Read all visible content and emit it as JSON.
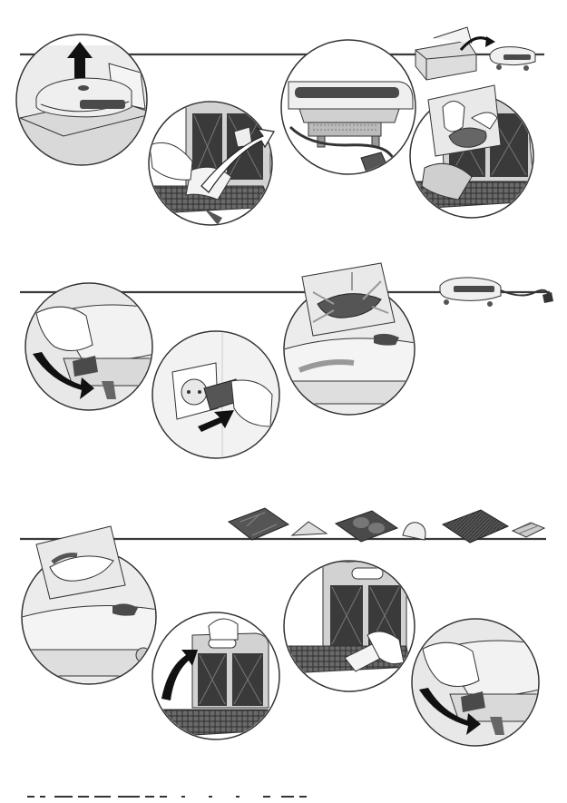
{
  "page": {
    "footer_text": "",
    "colors": {
      "line": "#3a3a3a",
      "panel": "#e6e6e6",
      "dark": "#4a4a4a",
      "mid": "#9a9a9a",
      "light": "#d6d6d6"
    }
  },
  "sections": [
    {
      "name": "unpacking-and-cleaning",
      "steps": 4
    },
    {
      "name": "plug-in-and-preheat",
      "steps": 3
    },
    {
      "name": "cooking-with-plates",
      "steps": 4
    }
  ],
  "plate_types": [
    {
      "name": "triangle-sandwich-plate",
      "icon": "triangle-plate-icon"
    },
    {
      "name": "shell-waffle-plate",
      "icon": "shell-plate-icon"
    },
    {
      "name": "grill-plate",
      "icon": "grill-plate-icon"
    }
  ]
}
